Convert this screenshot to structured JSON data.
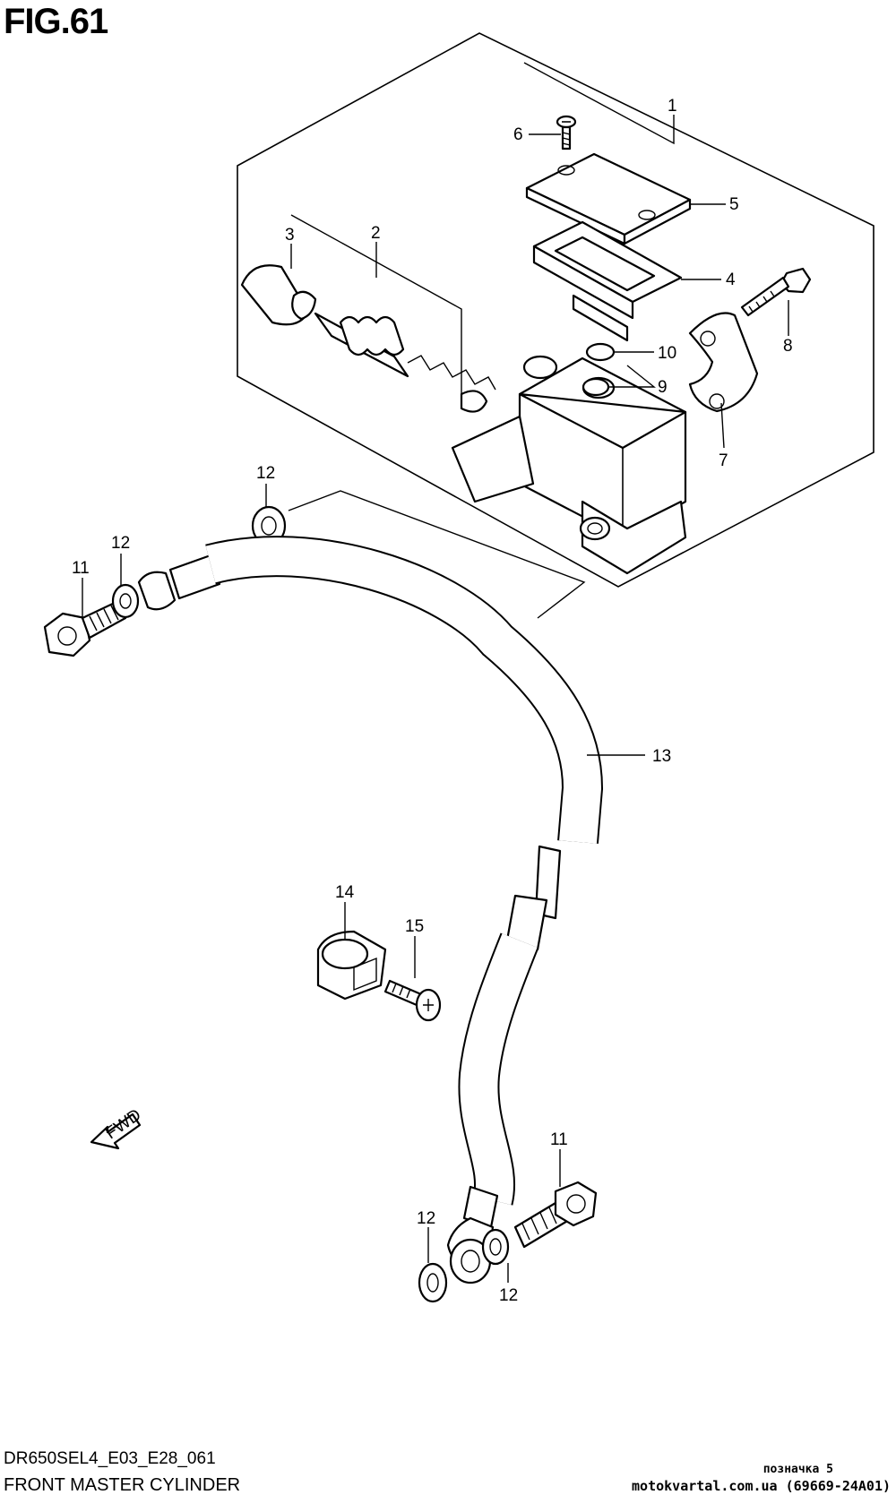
{
  "figure": {
    "title": "FIG.61",
    "code": "DR650SEL4_E03_E28_061",
    "name": "FRONT MASTER CYLINDER"
  },
  "callouts": [
    {
      "id": "c1",
      "label": "1"
    },
    {
      "id": "c2",
      "label": "2"
    },
    {
      "id": "c3",
      "label": "3"
    },
    {
      "id": "c4",
      "label": "4"
    },
    {
      "id": "c5",
      "label": "5"
    },
    {
      "id": "c6",
      "label": "6"
    },
    {
      "id": "c7",
      "label": "7"
    },
    {
      "id": "c8",
      "label": "8"
    },
    {
      "id": "c9",
      "label": "9"
    },
    {
      "id": "c10",
      "label": "10"
    },
    {
      "id": "c11a",
      "label": "11"
    },
    {
      "id": "c11b",
      "label": "11"
    },
    {
      "id": "c12a",
      "label": "12"
    },
    {
      "id": "c12b",
      "label": "12"
    },
    {
      "id": "c12c",
      "label": "12"
    },
    {
      "id": "c12d",
      "label": "12"
    },
    {
      "id": "c13",
      "label": "13"
    },
    {
      "id": "c14",
      "label": "14"
    },
    {
      "id": "c15",
      "label": "15"
    }
  ],
  "fwd_label": "FWD",
  "watermark": {
    "mark": "позначка 5",
    "site": "motokvartal.com.ua (69669-24A01)"
  }
}
